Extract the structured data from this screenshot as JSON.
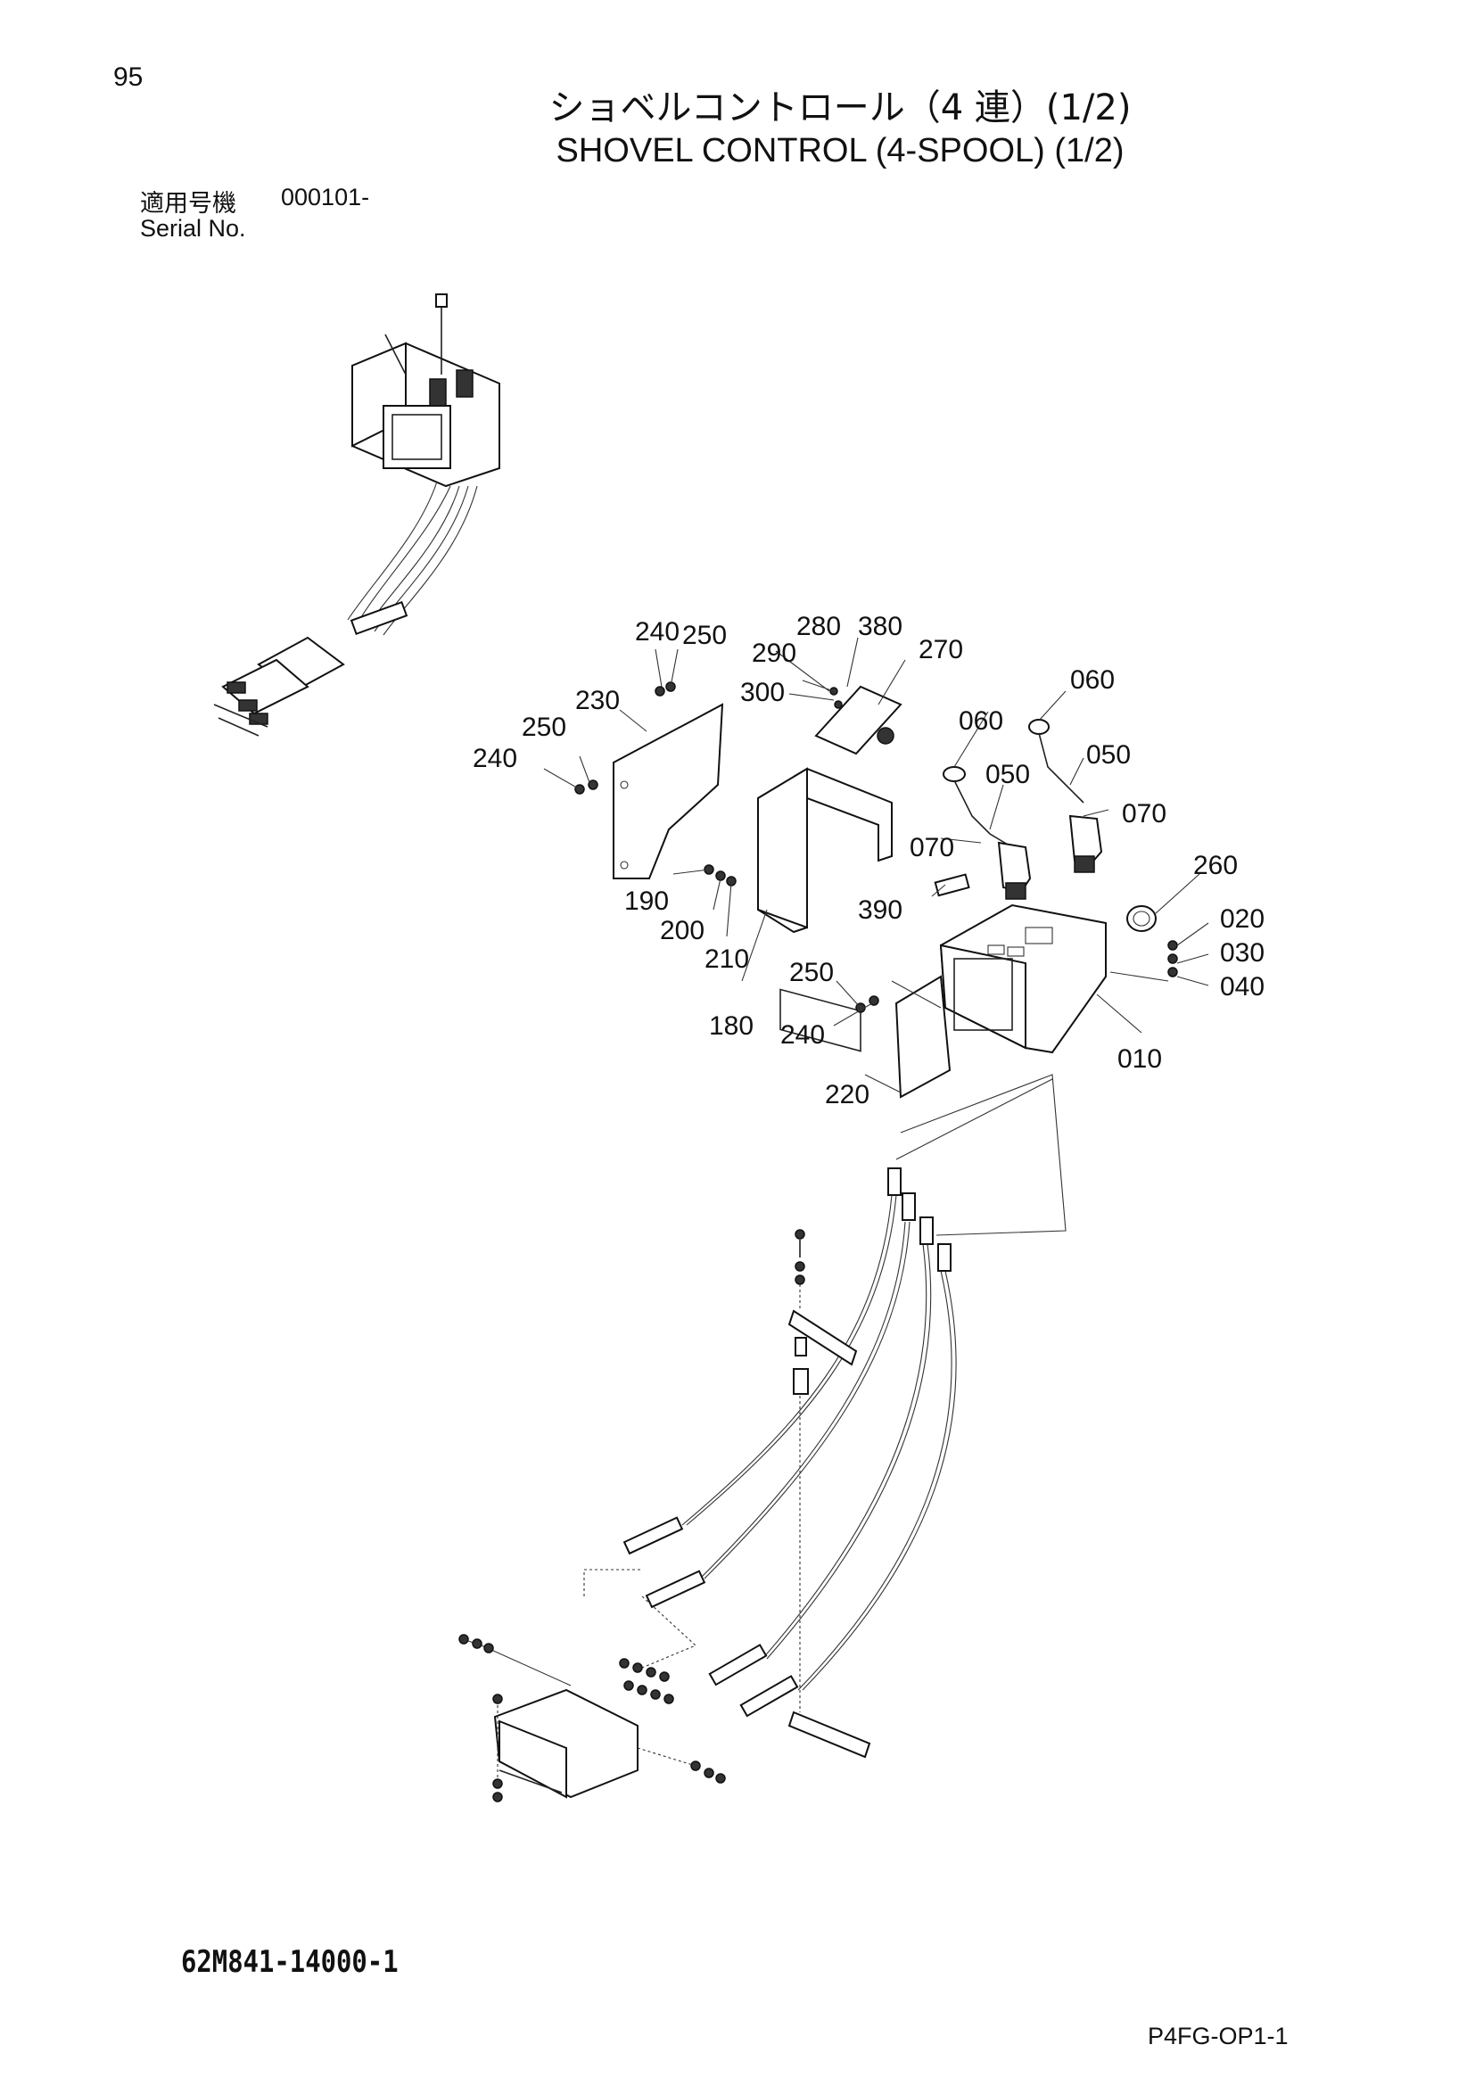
{
  "header": {
    "page_number": "95",
    "title_jp": "ショベルコントロール（4 連）(1/2)",
    "title_en": "SHOVEL CONTROL (4-SPOOL) (1/2)",
    "serial_label_jp": "適用号機",
    "serial_value": "000101-",
    "serial_label_en": "Serial No."
  },
  "callouts": [
    {
      "id": "c-240a",
      "text": "240"
    },
    {
      "id": "c-250a",
      "text": "250"
    },
    {
      "id": "c-280",
      "text": "280"
    },
    {
      "id": "c-380",
      "text": "380"
    },
    {
      "id": "c-290",
      "text": "290"
    },
    {
      "id": "c-270",
      "text": "270"
    },
    {
      "id": "c-300",
      "text": "300"
    },
    {
      "id": "c-230",
      "text": "230"
    },
    {
      "id": "c-250b",
      "text": "250"
    },
    {
      "id": "c-240b",
      "text": "240"
    },
    {
      "id": "c-060a",
      "text": "060"
    },
    {
      "id": "c-060b",
      "text": "060"
    },
    {
      "id": "c-050a",
      "text": "050"
    },
    {
      "id": "c-050b",
      "text": "050"
    },
    {
      "id": "c-070a",
      "text": "070"
    },
    {
      "id": "c-070b",
      "text": "070"
    },
    {
      "id": "c-260",
      "text": "260"
    },
    {
      "id": "c-190",
      "text": "190"
    },
    {
      "id": "c-200",
      "text": "200"
    },
    {
      "id": "c-210",
      "text": "210"
    },
    {
      "id": "c-390",
      "text": "390"
    },
    {
      "id": "c-020",
      "text": "020"
    },
    {
      "id": "c-030",
      "text": "030"
    },
    {
      "id": "c-040",
      "text": "040"
    },
    {
      "id": "c-250c",
      "text": "250"
    },
    {
      "id": "c-180",
      "text": "180"
    },
    {
      "id": "c-240c",
      "text": "240"
    },
    {
      "id": "c-010",
      "text": "010"
    },
    {
      "id": "c-220",
      "text": "220"
    }
  ],
  "footer": {
    "drawing_code": "62M841-14000-1",
    "sheet_code": "P4FG-OP1-1"
  }
}
